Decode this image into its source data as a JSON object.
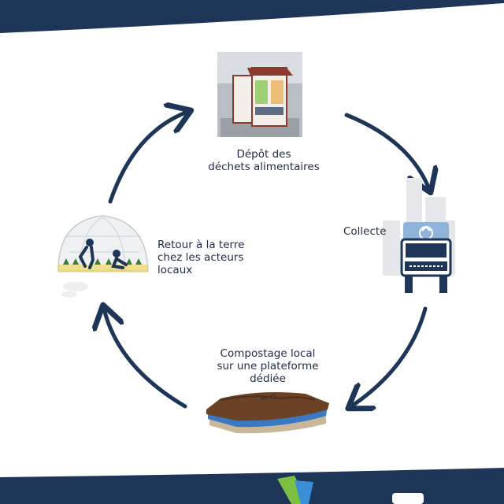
{
  "steps": [
    {
      "id": "depot",
      "lines": [
        "Dépôt des",
        "déchets alimentaires"
      ],
      "icon": "waste-bin-photo"
    },
    {
      "id": "collecte",
      "lines": [
        "Collecte"
      ],
      "icon": "recycling-truck-illustration"
    },
    {
      "id": "compost",
      "lines": [
        "Compostage local",
        "sur une plateforme",
        "dédiée"
      ],
      "icon": "soil-layer-illustration"
    },
    {
      "id": "retour",
      "lines": [
        "Retour à la terre",
        "chez les acteurs",
        "locaux"
      ],
      "icon": "greenhouse-farmers-illustration"
    }
  ],
  "colors": {
    "band": "#1d3557",
    "arrow": "#1d3557",
    "truck": "#8fb3d9",
    "soil": "#6b4226",
    "logo_green": "#7bc043",
    "logo_blue": "#3a8fd6"
  }
}
